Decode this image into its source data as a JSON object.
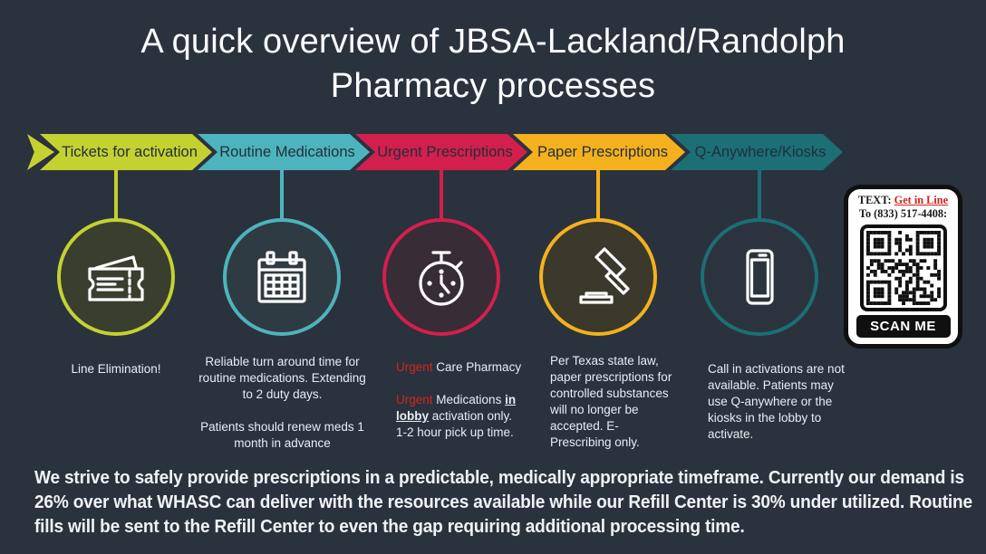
{
  "title": "A quick overview of JBSA-Lackland/Randolph Pharmacy processes",
  "colors": {
    "background": "#2a323e",
    "banner_text": "#232f3b",
    "icon_stroke": "#ffffff",
    "description_text": "#e9edf1",
    "urgent_red": "#d0261c",
    "qr_red": "#ce2418",
    "footer_text": "#f0f3f6"
  },
  "steps": [
    {
      "label": "Tickets for activation",
      "color": "#c3d230",
      "circle_fill": "#3a3e2f",
      "icon": "ticket-icon",
      "desc": {
        "line1": "Line Elimination!"
      }
    },
    {
      "label": "Routine Medications",
      "color": "#4db4bd",
      "circle_fill": "#2f3b42",
      "icon": "calendar-icon",
      "desc": {
        "p1": "Reliable turn around time for routine medications. Extending to 2 duty days.",
        "p2": "Patients should renew meds 1 month in advance"
      }
    },
    {
      "label": "Urgent Prescriptions",
      "color": "#d31f4d",
      "circle_fill": "#382c36",
      "icon": "stopwatch-icon",
      "desc": {
        "urgent1": "Urgent",
        "rest1": " Care Pharmacy",
        "urgent2": "Urgent",
        "mid2": " Medications ",
        "bold_underline2": "in lobby",
        "rest2": " activation only.",
        "line3": "1-2 hour pick up time."
      }
    },
    {
      "label": "Paper Prescriptions",
      "color": "#f4b11d",
      "circle_fill": "#3b382c",
      "icon": "gavel-icon",
      "desc": {
        "text": "Per Texas state law, paper prescriptions for controlled substances will no longer be accepted. E-Prescribing only."
      }
    },
    {
      "label": "Q-Anywhere/Kiosks",
      "color": "#1b6f75",
      "circle_fill": "#2b343e",
      "icon": "phone-icon",
      "desc": {
        "text": "Call in activations are not available. Patients may use Q-anywhere or the kiosks in the lobby to activate."
      }
    }
  ],
  "qr_card": {
    "label_prefix": "TEXT: ",
    "link_text": "Get in Line",
    "phone_line": "To (833) 517-4408:",
    "scan_label": "SCAN ME"
  },
  "footer": {
    "text": "We strive to safely provide prescriptions in a predictable, medically appropriate timeframe. Currently our demand is 26% over what WHASC can deliver with the resources available while our Refill Center is 30% under utilized. Routine fills will be sent to the Refill Center to even the gap requiring additional processing time."
  }
}
